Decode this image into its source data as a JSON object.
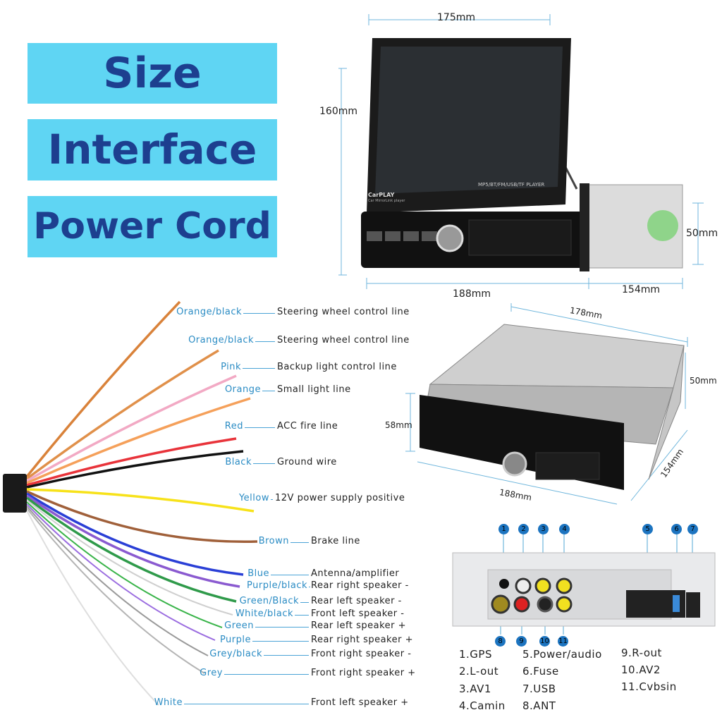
{
  "banners": [
    "Size",
    "Interface",
    "Power Cord"
  ],
  "dimensions": {
    "top_width": "175mm",
    "top_height": "160mm",
    "top_depth_side": "50mm",
    "top_front": "188mm",
    "top_body": "154mm",
    "iso_top": "178mm",
    "iso_right": "50mm",
    "iso_left": "58mm",
    "iso_front": "188mm",
    "iso_depth": "154mm"
  },
  "screen": {
    "brand": "CarPLAY",
    "brand_sub": "Car MirrorLink player",
    "model_text": "MP5/BT/FM/USB/TF PLAYER"
  },
  "wires": [
    {
      "color_name": "Orange/black",
      "function": "Steering wheel control line",
      "hex": "#d9823a"
    },
    {
      "color_name": "Orange/black",
      "function": "Steering wheel control line",
      "hex": "#e0904a"
    },
    {
      "color_name": "Pink",
      "function": "Backup light control line",
      "hex": "#f2a9c4"
    },
    {
      "color_name": "Orange",
      "function": "Small light line",
      "hex": "#f5a05a"
    },
    {
      "color_name": "Red",
      "function": "ACC fire line",
      "hex": "#e8333a"
    },
    {
      "color_name": "Black",
      "function": "Ground wire",
      "hex": "#111111"
    },
    {
      "color_name": "Yellow",
      "function": "12V power supply positive",
      "hex": "#f7e21a"
    },
    {
      "color_name": "Brown",
      "function": "Brake line",
      "hex": "#a0603a"
    },
    {
      "color_name": "Blue",
      "function": "Antenna/amplifier",
      "hex": "#2a3fd6"
    },
    {
      "color_name": "Purple/black",
      "function": "Rear right speaker -",
      "hex": "#8a5ad0"
    },
    {
      "color_name": "Green/Black",
      "function": "Rear left speaker -",
      "hex": "#2f9a4a"
    },
    {
      "color_name": "White/black",
      "function": "Front left speaker -",
      "hex": "#cfcfcf"
    },
    {
      "color_name": "Green",
      "function": "Rear left speaker +",
      "hex": "#3ab44a"
    },
    {
      "color_name": "Purple",
      "function": "Rear right speaker +",
      "hex": "#9b6de0"
    },
    {
      "color_name": "Grey/black",
      "function": "Front right speaker -",
      "hex": "#9a9a9a"
    },
    {
      "color_name": "Grey",
      "function": "Front right speaker +",
      "hex": "#b4b4b4"
    },
    {
      "color_name": "White",
      "function": "Front left speaker +",
      "hex": "#dedede"
    }
  ],
  "ports": [
    "1.GPS",
    "2.L-out",
    "3.AV1",
    "4.Camin",
    "5.Power/audio",
    "6.Fuse",
    "7.USB",
    "8.ANT",
    "9.R-out",
    "10.AV2",
    "11.Cvbsin"
  ],
  "port_numbers": [
    "1",
    "2",
    "3",
    "4",
    "5",
    "6",
    "7",
    "8",
    "9",
    "10",
    "11"
  ],
  "colors": {
    "banner_bg": "#5fd5f3",
    "banner_text": "#1d3f8f",
    "label_blue": "#2b8cc4",
    "badge_blue": "#1c74c0"
  }
}
